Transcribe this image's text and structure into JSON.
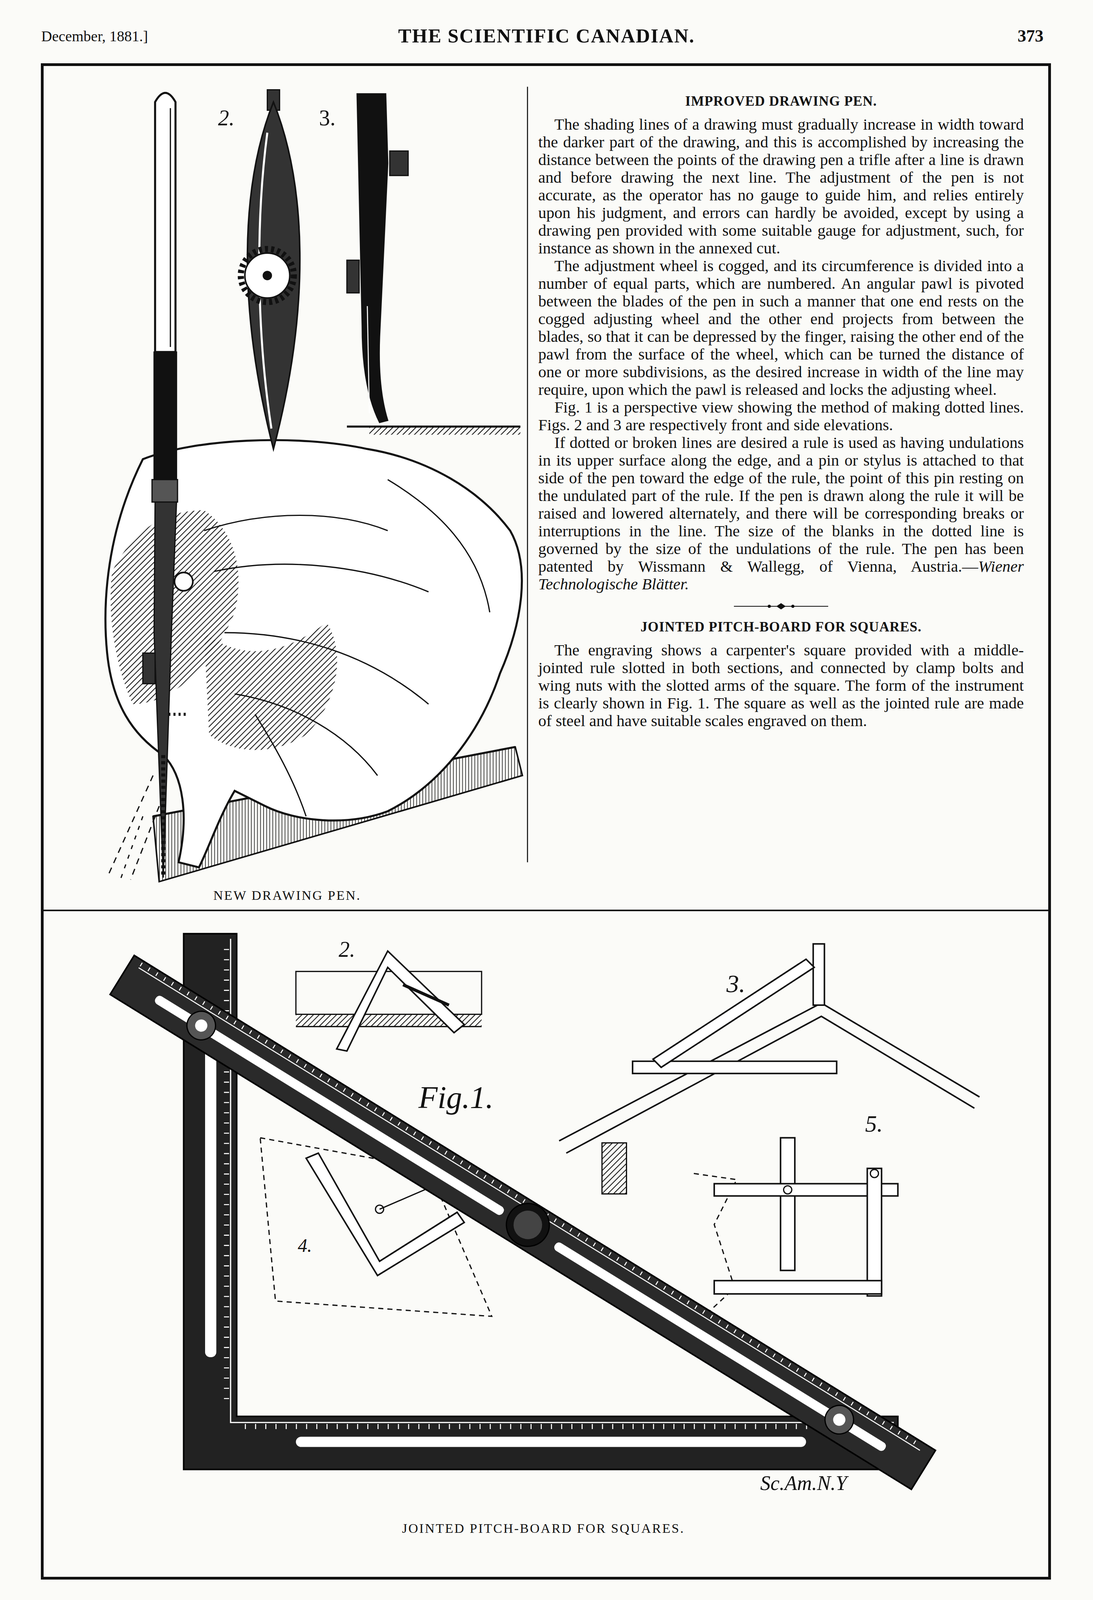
{
  "diagram": {
    "title": "THE SCIENTIFIC CANADIAN.",
    "nodes": [
      {
        "text": [
          "IMPROVED DRAWING PEN.",
          "The shading lines of a drawing must gradually increase in width toward the darker part of the drawing, and this is accomplished by increasing the distance between the points of the drawing pen a trifle after a line is drawn and before drawing the next line. The adjustment of the pen is not accurate, as the operator has no gauge to guide him, and relies entirely upon his judgment, and errors can hardly be avoided, except by using a drawing pen provided with some suitable gauge for adjustment, such, for instance as shown in the annexed cut.",
          "The adjustment wheel is cogged, and its circumference is divided into a number of equal parts, which are numbered. An angular pawl is pivoted between the blades of the pen in such a manner that one end rests on the cogged adjusting wheel and the other end projects from between the blades, so that it can be depressed by the finger, raising the other end of the pawl from the surface of the wheel, which can be turned the distance of one or more subdivisions, as the desired increase in width of the line may require, upon which the pawl is released and locks the adjusting wheel.",
          "Fig. 1 is a perspective view showing the method of making dotted lines. Figs. 2 and 3 are respectively front and side elevations.",
          "If dotted or broken lines are desired a rule is used as having undulations in its upper surface along the edge, and a pin or stylus is attached to that side of the pen toward the edge of the rule, the point of this pin resting on the undulated part of the rule. If the pen is drawn along the rule it will be raised and lowered alternately, and there will be corresponding breaks or interruptions in the line. The size of the blanks in the dotted line is governed by the size of the undulations of the rule. The pen has been patented by Wissmann & Wallegg, of Vienna, Austria.—",
          "Wiener Technologische Blätter.",
          "JOINTED PITCH-BOARD FOR SQUARES.",
          "The engraving shows a carpenter's square provided with a middle-jointed rule slotted in both sections, and connected by clamp bolts and wing nuts with the slotted arms of the square. The form of the instrument is clearly shown in Fig. 1. The square as well as the jointed rule are made of steel and have suitable scales engraved on them.",
          "NEW DRAWING PEN."
        ]
      },
      {
        "text": [
          "JOINTED PITCH-BOARD FOR SQUARES."
        ]
      }
    ],
    "labels": [
      "December, 1881.]",
      "373",
      "2.",
      "3.",
      "2.",
      "3.",
      "Fig.1.",
      "5.",
      "4.",
      "Sc.Am.N.Y"
    ]
  }
}
